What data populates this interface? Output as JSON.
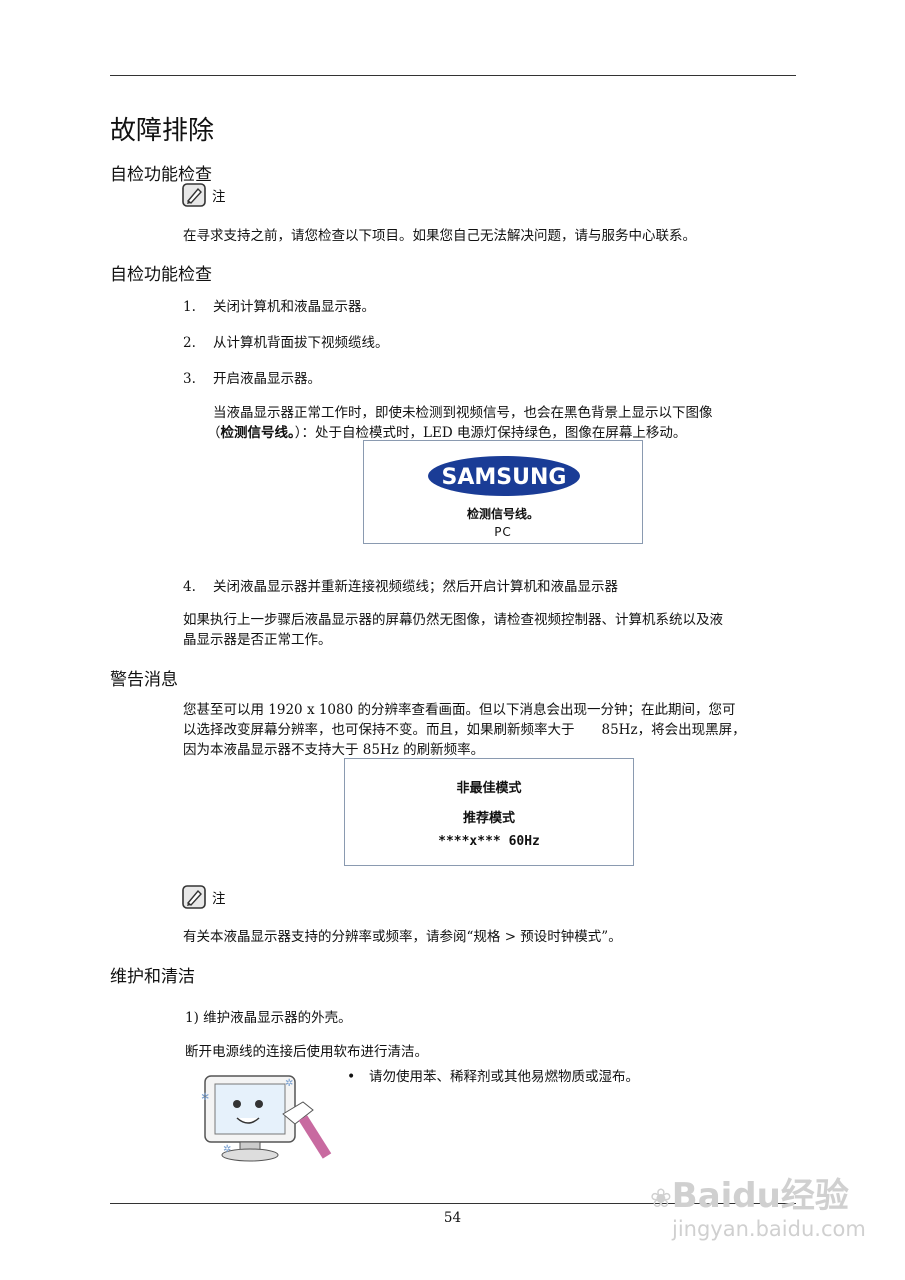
{
  "title": "故障排除",
  "sections": {
    "self_check_1": "自检功能检查",
    "note_label": "注",
    "note_text": "在寻求支持之前，请您检查以下项目。如果您自己无法解决问题，请与服务中心联系。",
    "self_check_2": "自检功能检查",
    "steps": [
      {
        "num": "1.",
        "text": "关闭计算机和液晶显示器。"
      },
      {
        "num": "2.",
        "text": "从计算机背面拔下视频缆线。"
      },
      {
        "num": "3.",
        "text": "开启液晶显示器。"
      }
    ],
    "step3_desc_line1": "当液晶显示器正常工作时，即使未检测到视频信号，也会在黑色背景上显示以下图像",
    "step3_desc_line2_open": "（",
    "step3_desc_line2_bold": "检测信号线。",
    "step3_desc_line2_rest": "）：处于自检模式时，LED 电源灯保持绿色，图像在屏幕上移动。",
    "samsung_box": {
      "logo": "SAMSUNG",
      "line1": "检测信号线。",
      "line2": "PC"
    },
    "step4": {
      "num": "4.",
      "text": "关闭液晶显示器并重新连接视频缆线；然后开启计算机和液晶显示器"
    },
    "after_step4_line1": "如果执行上一步骤后液晶显示器的屏幕仍然无图像，请检查视频控制器、计算机系统以及液",
    "after_step4_line2": "晶显示器是否正常工作。",
    "warning_title": "警告消息",
    "warning_line1": "您甚至可以用 1920 x 1080 的分辨率查看画面。但以下消息会出现一分钟；在此期间，您可",
    "warning_line2": "以选择改变屏幕分辨率，也可保持不变。而且，如果刷新频率大于　　85Hz，将会出现黑屏，",
    "warning_line3": "因为本液晶显示器不支持大于 85Hz 的刷新频率。",
    "mode_box": {
      "line1": "非最佳模式",
      "line2": "推荐模式",
      "line3": "****x*** 60Hz"
    },
    "note2_label": "注",
    "note2_text": "有关本液晶显示器支持的分辨率或频率，请参阅“规格 > 预设时钟模式”。",
    "care_title": "维护和清洁",
    "care_item1": "1) 维护液晶显示器的外壳。",
    "care_desc": "断开电源线的连接后使用软布进行清洁。",
    "care_bullet": "请勿使用苯、稀释剂或其他易燃物质或湿布。",
    "bullet_symbol": "•",
    "page_number": "54",
    "watermark_brand": "Baidu经验",
    "watermark_url": "jingyan.baidu.com"
  },
  "colors": {
    "samsung_blue": "#1a3c96",
    "box_border": "#8a9ab0"
  }
}
